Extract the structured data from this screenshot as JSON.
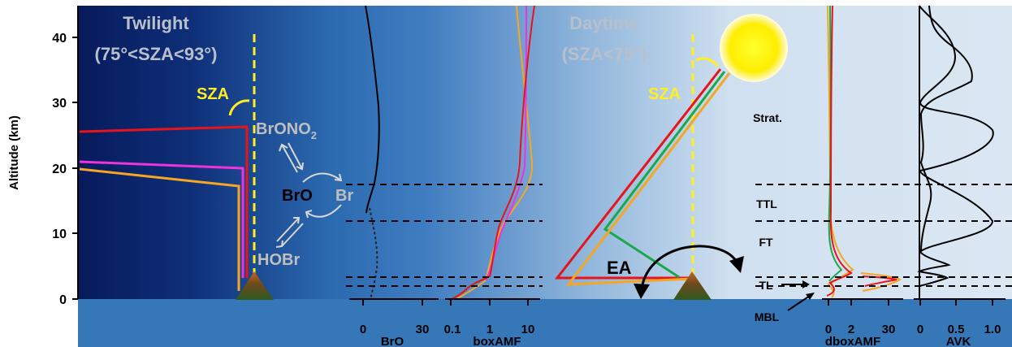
{
  "y_axis": {
    "title": "Altitude (km)",
    "ticks": [
      "0",
      "10",
      "20",
      "30",
      "40"
    ]
  },
  "twilight": {
    "title": "Twilight",
    "subtitle": "(75°<SZA<93°)",
    "sza_label": "SZA",
    "chemistry": {
      "bro": "BrO",
      "brono2_base": "BrONO",
      "brono2_sub": "2",
      "br": "Br",
      "hobr": "HOBr"
    }
  },
  "daytime": {
    "title": "Daytime",
    "subtitle": "(SZA<75°)",
    "sza_label": "SZA",
    "ea_label": "EA"
  },
  "layers": {
    "strat": "Strat.",
    "ttl": "TTL",
    "ft": "FT",
    "tl": "TL",
    "mbl": "MBL"
  },
  "bottom_axes": {
    "bro": {
      "ticks": [
        "0",
        "30"
      ],
      "label": "BrO"
    },
    "boxamf": {
      "ticks": [
        "0.1",
        "1",
        "10"
      ],
      "label": "boxAMF"
    },
    "dboxamf": {
      "ticks": [
        "0",
        "2",
        "30"
      ],
      "label": "dboxAMF"
    },
    "avk": {
      "ticks": [
        "0",
        "0.5",
        "1.0"
      ],
      "label": "AVK"
    }
  },
  "colors": {
    "sza_yellow": "#ffee22",
    "red": "#e8141c",
    "magenta": "#ee33dd",
    "orange": "#f5a623",
    "green": "#1aa84a",
    "sea": "#3677b8",
    "night": "#071a5c",
    "day_sky": "#dbe7f3",
    "grey_text": "#bfbfbf"
  }
}
